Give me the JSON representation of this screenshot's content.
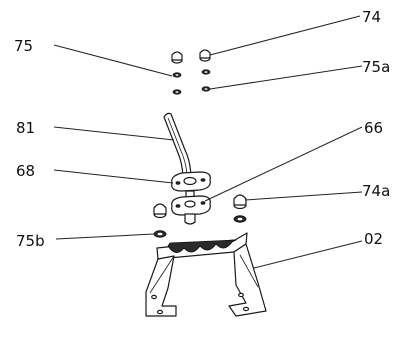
{
  "diagram": {
    "labels": {
      "l74": "74",
      "l75": "75",
      "l75a": "75a",
      "l81": "81",
      "l66": "66",
      "l68": "68",
      "l74a": "74a",
      "l75b": "75b",
      "l02": "02"
    },
    "parts": [
      {
        "id": "74",
        "name": "cap nut"
      },
      {
        "id": "75",
        "name": "washer"
      },
      {
        "id": "75a",
        "name": "washer"
      },
      {
        "id": "81",
        "name": "shift lever"
      },
      {
        "id": "66",
        "name": "lever base plate"
      },
      {
        "id": "68",
        "name": "lever flange"
      },
      {
        "id": "74a",
        "name": "cap nut"
      },
      {
        "id": "75b",
        "name": "washer"
      },
      {
        "id": "02",
        "name": "mounting bracket"
      }
    ]
  }
}
